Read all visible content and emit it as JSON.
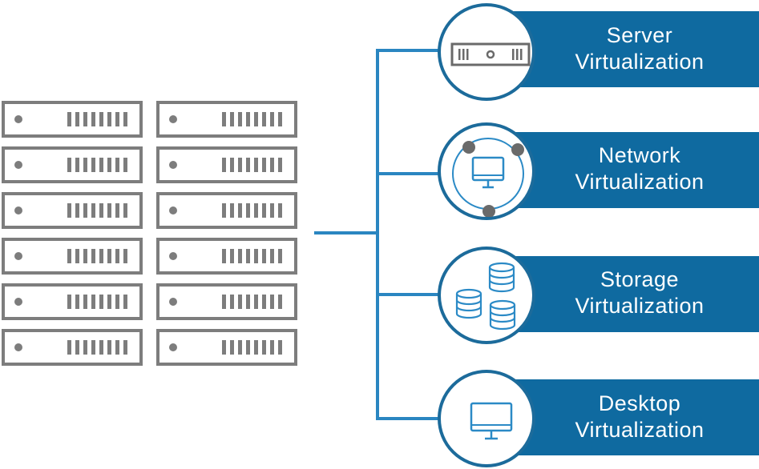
{
  "colors": {
    "accent": "#0f6aa0",
    "accent_dark": "#1c6b9b",
    "connector": "#2a86c1",
    "rack": "#7d7d7d",
    "icon": "#2b8ac6",
    "node": "#6a6a6a"
  },
  "rack": {
    "columns": 2,
    "units_per_column": 6
  },
  "categories": [
    {
      "line1": "Server",
      "line2": "Virtualization",
      "icon": "server-icon"
    },
    {
      "line1": "Network",
      "line2": "Virtualization",
      "icon": "network-monitor-icon"
    },
    {
      "line1": "Storage",
      "line2": "Virtualization",
      "icon": "database-stack-icon"
    },
    {
      "line1": "Desktop",
      "line2": "Virtualization",
      "icon": "desktop-monitor-icon"
    }
  ]
}
